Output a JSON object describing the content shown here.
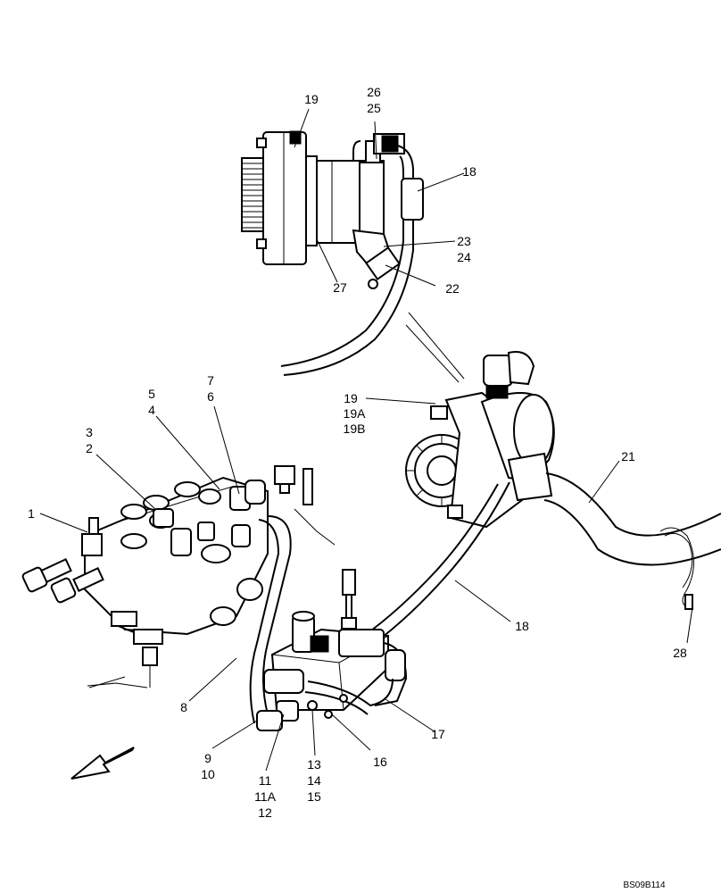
{
  "callouts": {
    "c1": "1",
    "c2": "2",
    "c3": "3",
    "c4": "4",
    "c5": "5",
    "c6": "6",
    "c7": "7",
    "c8": "8",
    "c9": "9",
    "c10": "10",
    "c11": "11",
    "c11a": "11A",
    "c12": "12",
    "c13": "13",
    "c14": "14",
    "c15": "15",
    "c16": "16",
    "c17": "17",
    "c18_top": "18",
    "c18_bottom": "18",
    "c19_top": "19",
    "c19_mid": "19",
    "c19a": "19A",
    "c19b": "19B",
    "c21": "21",
    "c22": "22",
    "c23": "23",
    "c24": "24",
    "c25": "25",
    "c26": "26",
    "c27": "27",
    "c28": "28"
  },
  "reference_code": "BS09B114",
  "icons": {
    "direction_arrow": "front-direction-arrow-icon"
  }
}
